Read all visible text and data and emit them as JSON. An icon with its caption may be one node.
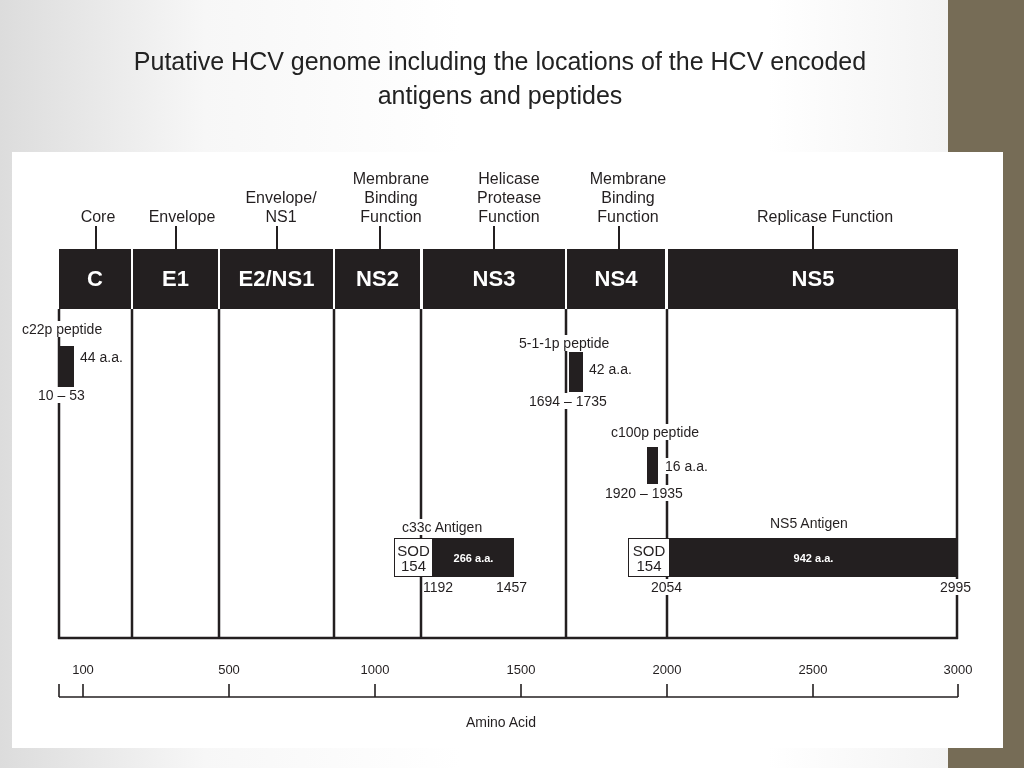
{
  "diagram": {
    "title": "Putative HCV genome including the locations of the HCV encoded antigens and peptides",
    "nodes": [
      {
        "text": [
          "Core"
        ]
      },
      {
        "text": [
          "Envelope"
        ]
      },
      {
        "text": [
          "Envelope/ NS1"
        ]
      },
      {
        "text": [
          "Membrane Binding Function"
        ]
      },
      {
        "text": [
          "Helicase Protease Function"
        ]
      },
      {
        "text": [
          "Membrane Binding Function"
        ]
      },
      {
        "text": [
          "Replicase Function"
        ]
      },
      {
        "text": [
          "C"
        ]
      },
      {
        "text": [
          "E1"
        ]
      },
      {
        "text": [
          "E2/NS1"
        ]
      },
      {
        "text": [
          "NS2"
        ]
      },
      {
        "text": [
          "NS3"
        ]
      },
      {
        "text": [
          "NS4"
        ]
      },
      {
        "text": [
          "NS5"
        ]
      },
      {
        "text": [
          "c22p peptide",
          "44 a.a.",
          "10 – 53"
        ]
      },
      {
        "text": [
          "5-1-1p peptide",
          "42 a.a.",
          "1694 – 1735"
        ]
      },
      {
        "text": [
          "c100p peptide",
          "16 a.a.",
          "1920 – 1935"
        ]
      },
      {
        "text": [
          "c33c Antigen"
        ]
      },
      {
        "text": [
          "SOD 154"
        ],
        "beside": [
          "1192"
        ]
      },
      {
        "text": [
          "266 a.a."
        ],
        "beside": [
          "1457"
        ]
      },
      {
        "text": [
          "NS5 Antigen"
        ]
      },
      {
        "text": [
          "SOD 154"
        ],
        "beside": [
          "2054"
        ]
      },
      {
        "text": [
          "942 a.a."
        ],
        "beside": [
          "2995"
        ]
      }
    ],
    "edges": [
      {
        "from": 0,
        "to": 7,
        "arrow": "none"
      },
      {
        "from": 1,
        "to": 8,
        "arrow": "none"
      },
      {
        "from": 2,
        "to": 9,
        "arrow": "none"
      },
      {
        "from": 3,
        "to": 10,
        "arrow": "none"
      },
      {
        "from": 4,
        "to": 11,
        "arrow": "none"
      },
      {
        "from": 5,
        "to": 12,
        "arrow": "none"
      },
      {
        "from": 6,
        "to": 13,
        "arrow": "none"
      }
    ],
    "labels": [
      "100",
      "500",
      "1000",
      "1500",
      "2000",
      "2500",
      "3000",
      "Amino Acid"
    ]
  }
}
